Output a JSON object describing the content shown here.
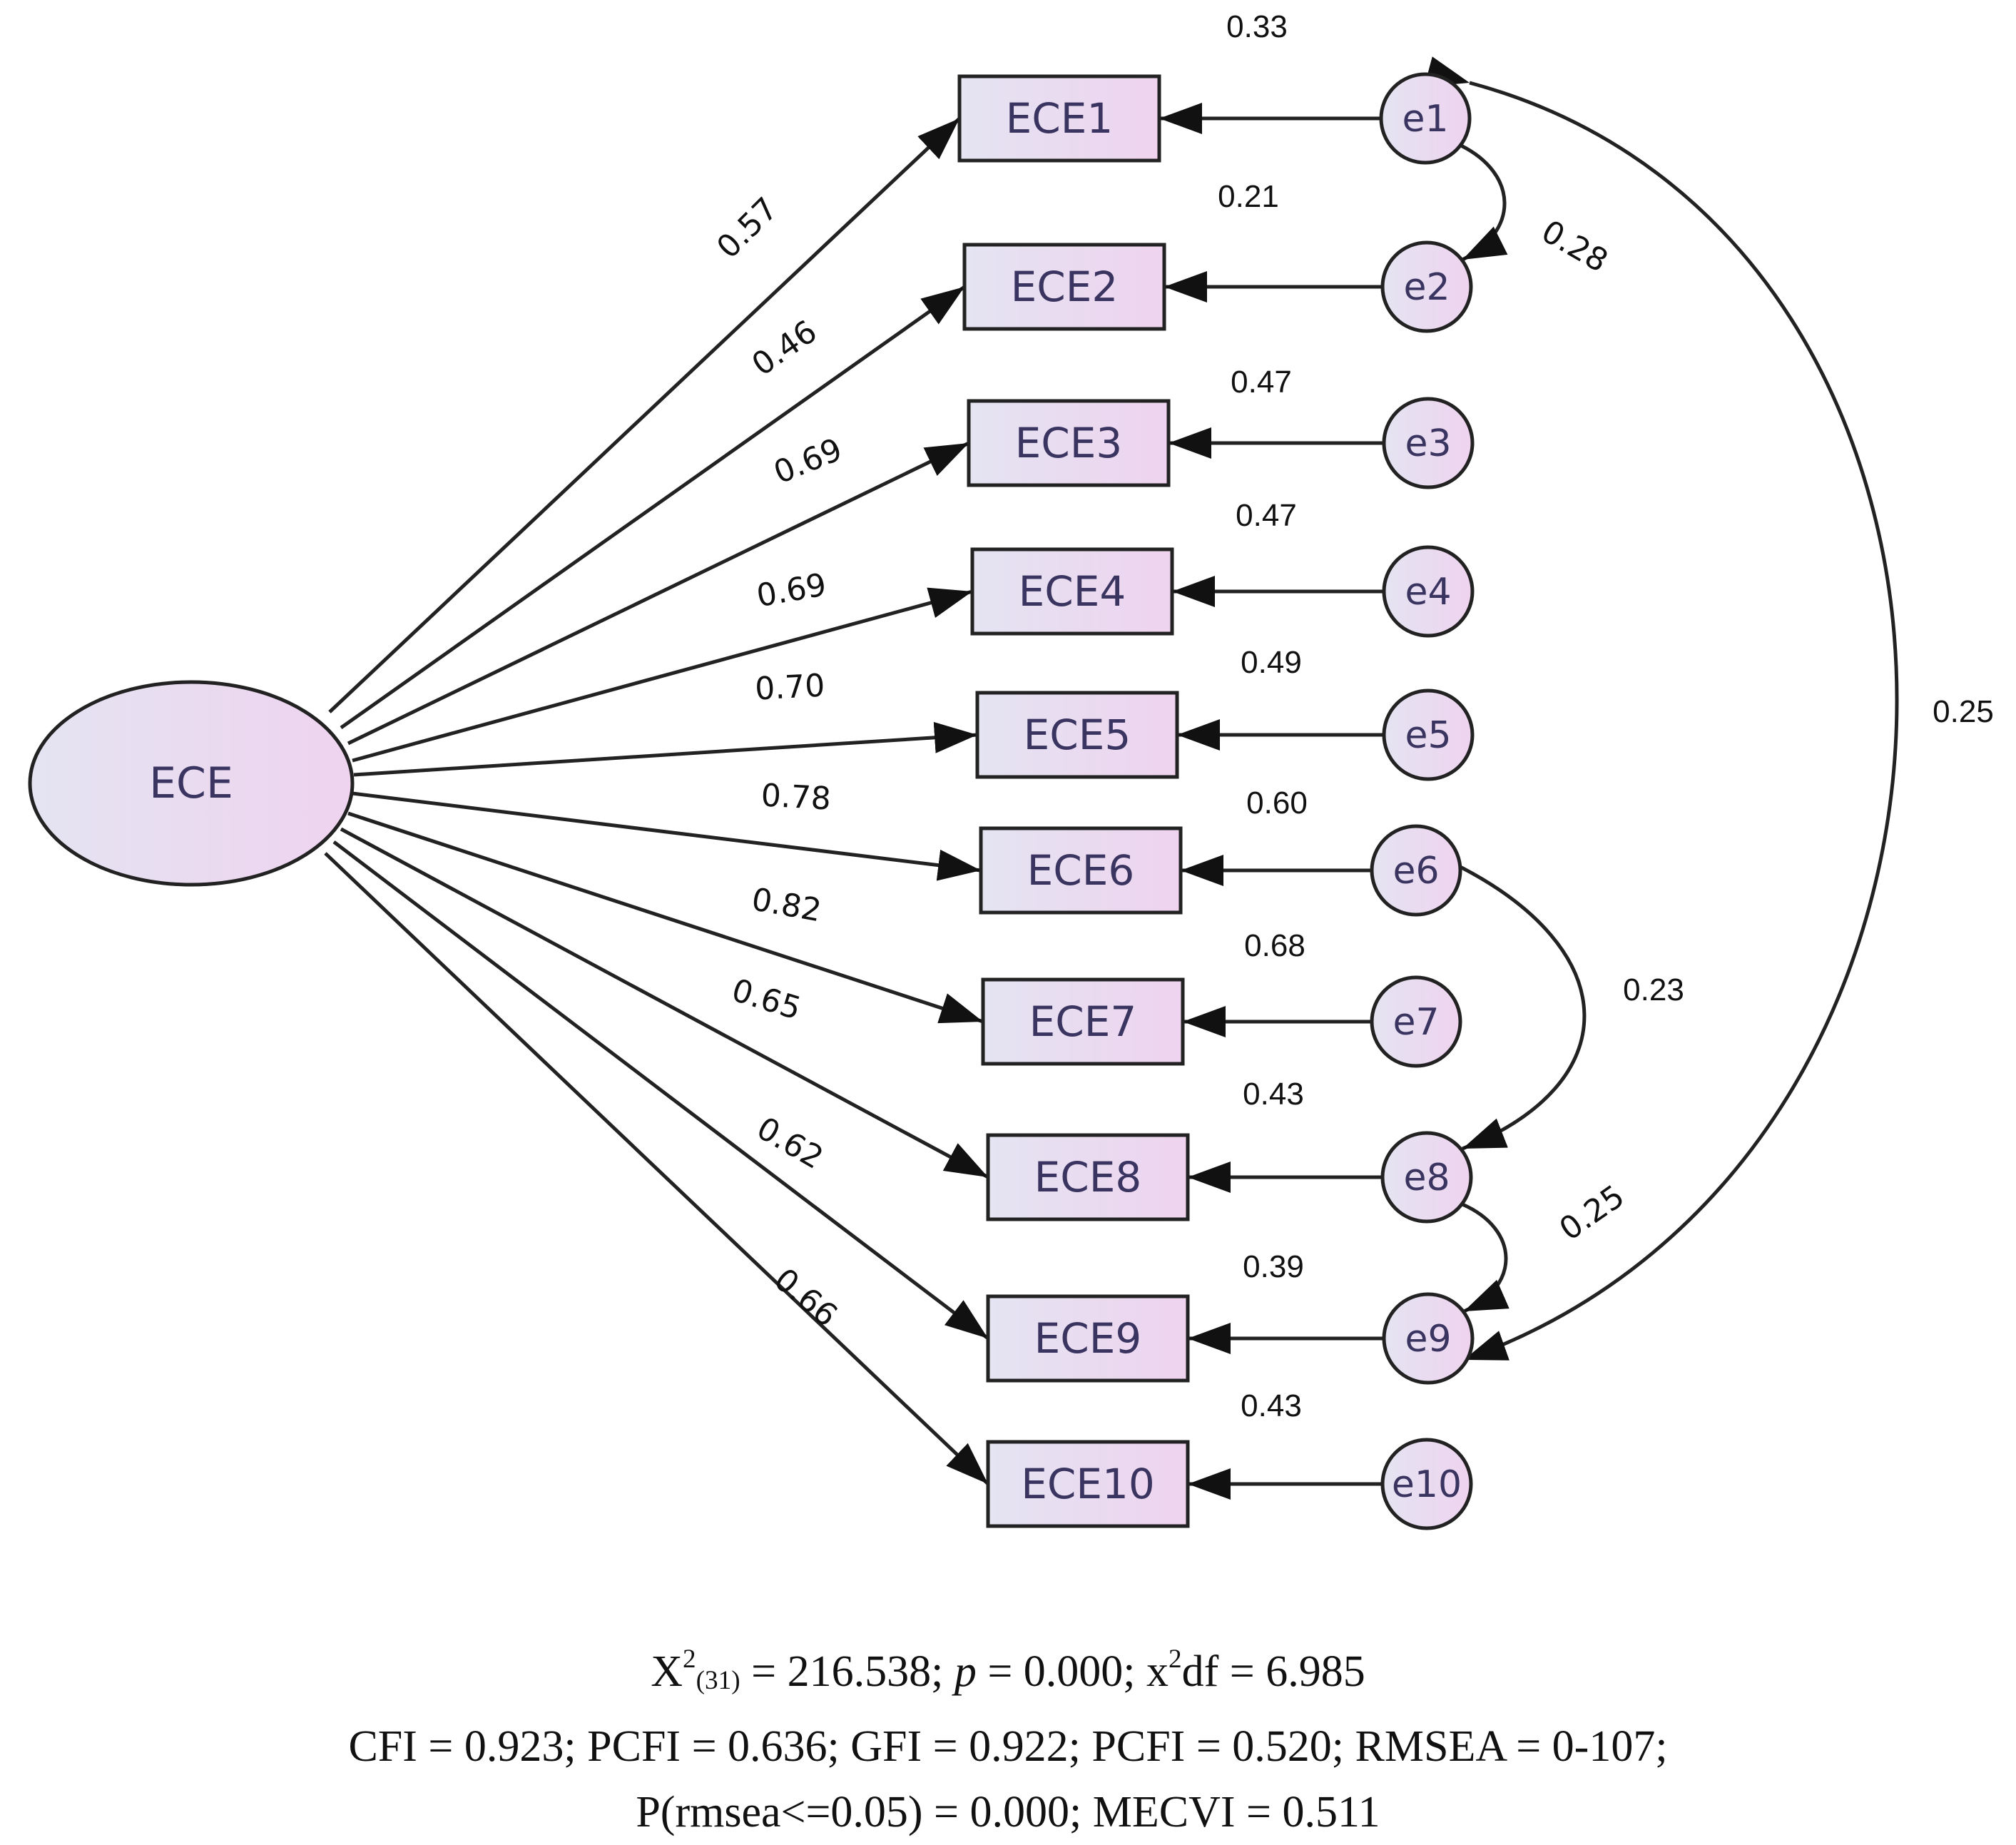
{
  "latent": {
    "label": "ECE"
  },
  "indicators": [
    {
      "id": "ECE1",
      "label": "ECE1",
      "loading": "0.57",
      "r2": "0.33",
      "error": "e1"
    },
    {
      "id": "ECE2",
      "label": "ECE2",
      "loading": "0.46",
      "r2": "0.21",
      "error": "e2"
    },
    {
      "id": "ECE3",
      "label": "ECE3",
      "loading": "0.69",
      "r2": "0.47",
      "error": "e3"
    },
    {
      "id": "ECE4",
      "label": "ECE4",
      "loading": "0.69",
      "r2": "0.47",
      "error": "e4"
    },
    {
      "id": "ECE5",
      "label": "ECE5",
      "loading": "0.70",
      "r2": "0.49",
      "error": "e5"
    },
    {
      "id": "ECE6",
      "label": "ECE6",
      "loading": "0.78",
      "r2": "0.60",
      "error": "e6"
    },
    {
      "id": "ECE7",
      "label": "ECE7",
      "loading": "0.82",
      "r2": "0.68",
      "error": "e7"
    },
    {
      "id": "ECE8",
      "label": "ECE8",
      "loading": "0.65",
      "r2": "0.43",
      "error": "e8"
    },
    {
      "id": "ECE9",
      "label": "ECE9",
      "loading": "0.62",
      "r2": "0.39",
      "error": "e9"
    },
    {
      "id": "ECE10",
      "label": "ECE10",
      "loading": "0.66",
      "r2": "0.43",
      "error": "e10"
    }
  ],
  "covariances": [
    {
      "from": "e1",
      "to": "e2",
      "value": "0.28"
    },
    {
      "from": "e6",
      "to": "e8",
      "value": "0.23"
    },
    {
      "from": "e8",
      "to": "e9",
      "value": "0.25"
    },
    {
      "from": "e1",
      "to": "e9",
      "value": "0.25"
    }
  ],
  "fit": {
    "line1": {
      "chi_symbol": "X",
      "chi_sup": "2",
      "chi_sub": "(31)",
      "chi_value": " = 216.538; ",
      "p_symbol": "p",
      "p_value": " = 0.000; x",
      "ratio_sup": "2",
      "ratio_value": "df = 6.985"
    },
    "line2": "CFI = 0.923; PCFI = 0.636; GFI = 0.922; PCFI = 0.520; RMSEA = 0-107;",
    "line3": "P(rmsea<=0.05) = 0.000; MECVI = 0.511"
  },
  "colors": {
    "stroke": "#222222",
    "fill_start": "#e4e4f2",
    "fill_end": "#efd3ef"
  }
}
